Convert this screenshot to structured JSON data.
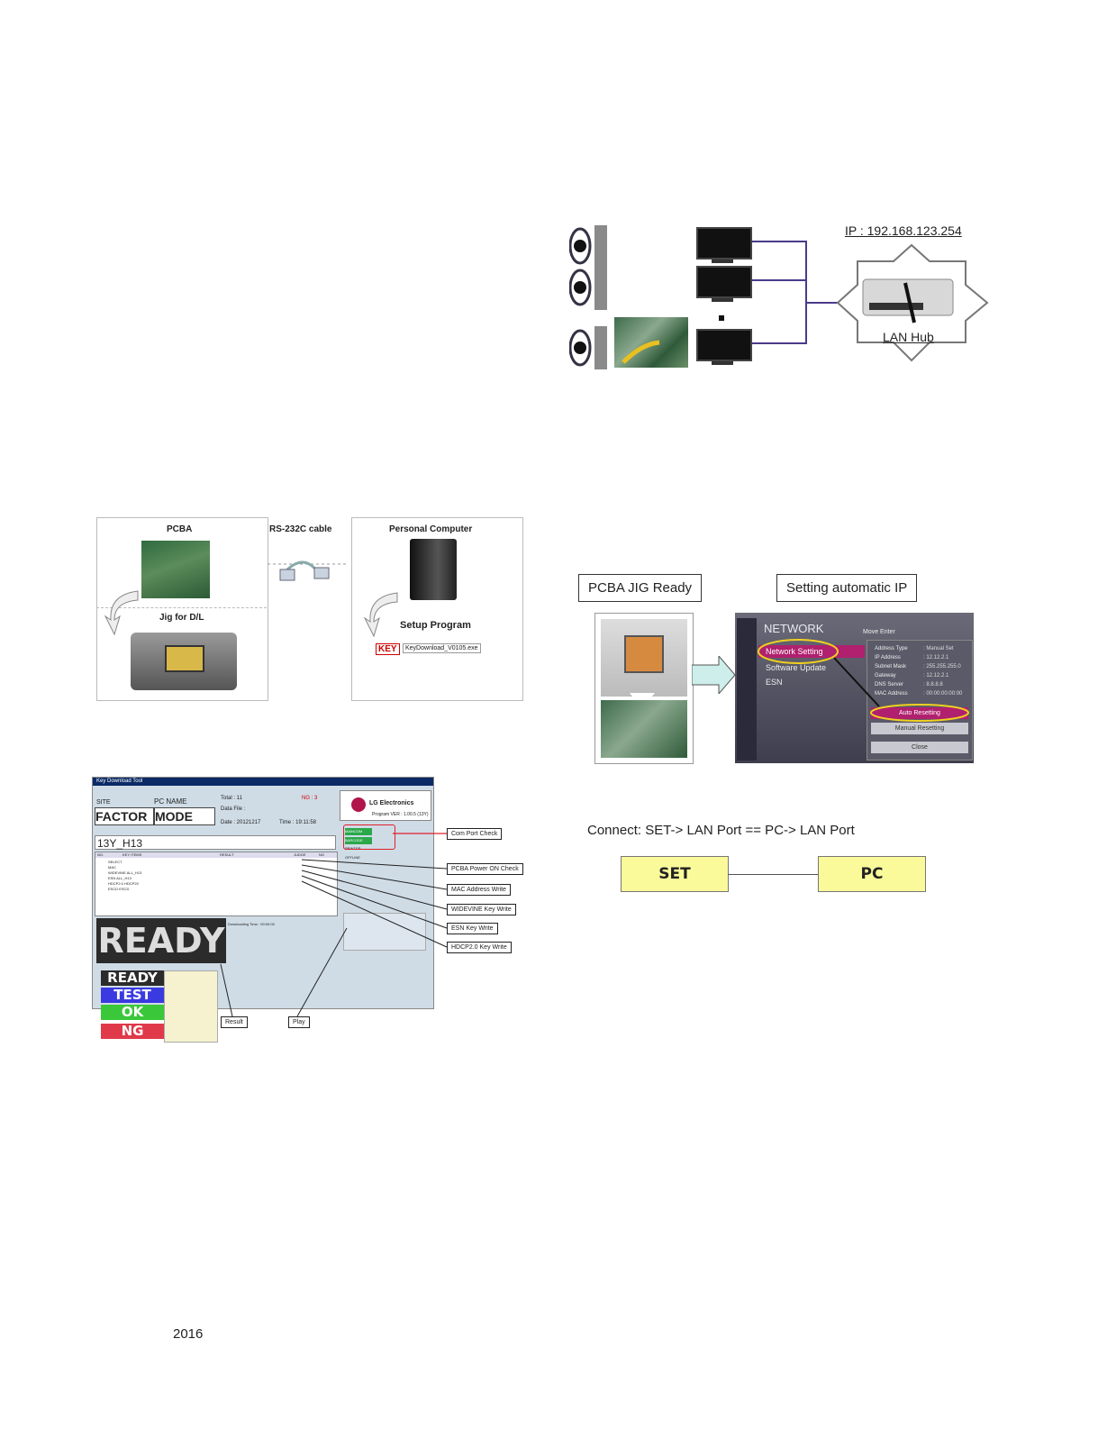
{
  "network_diagram": {
    "ip_label": "IP : 192.168.123.254",
    "hub_label": "LAN Hub"
  },
  "dl_diagram": {
    "pcba_label": "PCBA",
    "cable_label": "RS-232C cable",
    "pc_label": "Personal Computer",
    "jig_label": "Jig for D/L",
    "setup_label": "Setup Program",
    "key_tag": "KEY",
    "key_file": "KeyDownload_V0105.exe"
  },
  "key_tool": {
    "title_bar": "Key Download Tool",
    "site_label": "SITE",
    "pc_name_label": "PC NAME",
    "site_value": "FACTOR",
    "mode_value": "MODE",
    "total_label": "Total : 11",
    "ng_label": "NG : 3",
    "data_file_label": "Data File :",
    "date_label": "Date : 20121217",
    "time_label": "Time : 19:11:58",
    "brand": "LG Electronics",
    "program_ver": "Program VER : 1.00.5 (13Y)",
    "model": "13Y_H13",
    "col_headers": [
      "NO.",
      "KEY ITEMS",
      "RESULT",
      "JUDGE",
      "NG"
    ],
    "key_items": [
      "SELECT",
      "MAC",
      "WIDEVINE ALL_H13",
      "ESN ALL_H13",
      "HDCP2.0 HDCP20",
      "ESCD ESCD"
    ],
    "com_labels": [
      "MAINCOM",
      "BARCODE",
      "PRINTER",
      "OFFLINE"
    ],
    "downloading_time": "Downloading Time : 00:00:00",
    "ready_big": "READY",
    "status_legend": [
      "READY",
      "TEST",
      "OK",
      "NG"
    ],
    "callouts": [
      "Com Port Check",
      "PCBA Power ON Check",
      "MAC Address Write",
      "WIDEVINE Key Write",
      "ESN Key Write",
      "HDCP2.0 Key Write"
    ],
    "bottom_callouts": [
      "Result",
      "Play"
    ]
  },
  "network_setting": {
    "jig_ready_label": "PCBA JIG Ready",
    "auto_ip_label": "Setting automatic IP",
    "menu_title": "NETWORK",
    "menu_items": [
      "Network Setting",
      "Software Update",
      "ESN"
    ],
    "panel_labels": [
      "Address Type",
      "IP Address",
      "Subnet Mask",
      "Gateway",
      "DNS Server",
      "MAC Address"
    ],
    "panel_values": [
      ": Manual Set",
      ": 12.12.2.1",
      ": 255.255.255.0",
      ": 12.12.2.1",
      ": 8.8.8.8",
      ": 00:00:00:00:00"
    ],
    "buttons": [
      "Auto Resetting",
      "Manual Resetting",
      "Close"
    ],
    "hint": "Move  Enter"
  },
  "connect": {
    "text": "Connect: SET-> LAN Port == PC-> LAN Port",
    "set_label": "SET",
    "pc_label": "PC"
  },
  "footer": {
    "year": "2016"
  },
  "colors": {
    "accent_yellow": "#fafa9a",
    "tv_menu_magenta": "#b0206e",
    "screen_bg": "#cfdce6"
  }
}
